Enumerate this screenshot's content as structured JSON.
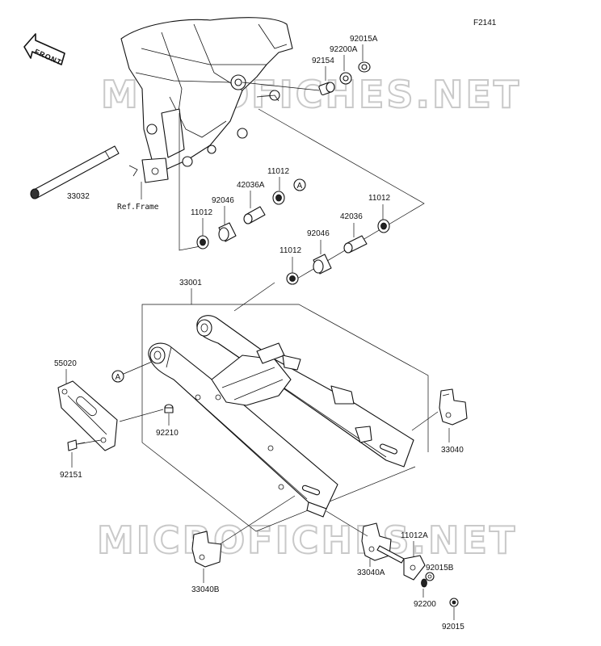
{
  "diagram_code": "F2141",
  "front_label": "FRONT",
  "ref_frame": "Ref.Frame",
  "callout_a": "A",
  "watermark": "MICROFICHES.NET",
  "parts": {
    "p92015A": "92015A",
    "p92200A": "92200A",
    "p92154": "92154",
    "p33032": "33032",
    "p11012_a": "11012",
    "p92046_a": "92046",
    "p42036A": "42036A",
    "p11012_b": "11012",
    "p11012_c": "11012",
    "p42036": "42036",
    "p92046_b": "92046",
    "p11012_d": "11012",
    "p33001": "33001",
    "p55020": "55020",
    "p92210": "92210",
    "p92151": "92151",
    "p33040": "33040",
    "p33040A": "33040A",
    "p33040B": "33040B",
    "p11012A": "11012A",
    "p92015B": "92015B",
    "p92200": "92200",
    "p92015": "92015"
  }
}
